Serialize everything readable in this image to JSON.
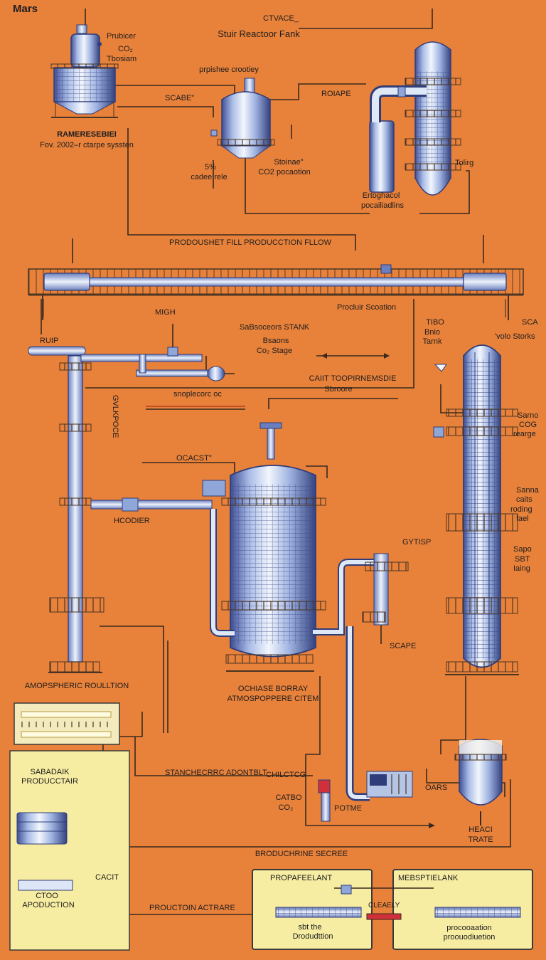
{
  "title": "Mars",
  "labels": {
    "cryace": "CTVACE_",
    "reactor_tank": "Stuir Reactoor Fank",
    "prubicer": "Prubicer",
    "coo": "CO₂",
    "tbosiam": "Tbosiam",
    "pishee_crootiey": "prpishee crootiey",
    "scabe": "SCABE\"",
    "roiape": "ROIAPE",
    "ramere_1": "RAMERESEBIEI",
    "ramere_2": "Fov. 2002–r ctarpe syssten",
    "stoire_1": "Stoinae\"",
    "stoire_2": "CO2 pocaotion",
    "pct_1": "5%",
    "pct_2": "cadee rele",
    "tolirg": "Tolirg",
    "ertogracol_1": "Ertoghacol",
    "ertogracol_2": "pocailiadlins",
    "production_flow": "PRODOUSHET FILL PRODUCCTION FLLOW",
    "prouuir_scation": "Procluir Scoation",
    "migh": "MIGH",
    "sabesceors_stank": "SaBsoceors STANK",
    "sabesceors_2": "Bsaons",
    "sabesceors_3": "Co₂ Stage",
    "ruip": "RUIP",
    "tbbo_1": "TIBO",
    "tbbo_2": "Bnio",
    "tbbo_3": "Tarnk",
    "sca_1": "SCA",
    "sca_2": "'volo Storks",
    "snoplecor": "snoplecorc oc",
    "cait_tooprinenesate": "CAIIT TOOPIRNEMSDIE",
    "sbroore": "Sbroore",
    "gvlkpoce": "GVLKPOCE",
    "sarno_1": "Sarno",
    "sarno_2": "COG",
    "sarno_3": "rearge",
    "oscacst": "OCACST\"",
    "hcodier": "HCODIER",
    "sanna_1": "Sanna",
    "sanna_2": "caits",
    "sanna_3": "roding",
    "sanna_4": "fael",
    "gytisp": "GYTISP",
    "sapo_1": "Sapo",
    "sapo_2": "SBT",
    "sapo_3": "Iaing",
    "scape": "SCAPE",
    "amospheric": "AMOPSPHERIC ROULLTION",
    "ochiase_1": "OCHIASE BORRAY",
    "ochiase_2": "ATMOSPOPPERE CITEM",
    "sabadak_1": "SABADAIK",
    "sabadak_2": "PRODUCCTAIR",
    "stanchcrrc": "STANCHECRRC ADONTBLT",
    "chilctcg": "CHILCTCG",
    "catbo_1": "CATBO",
    "catbo_2": "CO₂",
    "potme": "POTME",
    "oars": "OARS",
    "heaci_1": "HEACI",
    "heaci_2": "TRATE",
    "brodchrine": "BRODUCHRINE SECREE",
    "cactt": "CACIT",
    "ctoo_1": "CTOO",
    "ctoo_2": "APODUCTION",
    "prouctoin_actrare": "PROUCTOIN ACTRARE",
    "propaferelant": "PROPAFEELANT",
    "mebsfeliank": "MEBSPTIELANK",
    "clearly": "CLEAELY",
    "sbt_the_1": "sbt the",
    "sbt_the_2": "Drodudttion",
    "procoration_1": "procooaation",
    "procoration_2": "proouodiuetion"
  },
  "colors": {
    "background": "#e8813a",
    "steel_light": "#dfe8f6",
    "steel_mid": "#8fa7d8",
    "steel_dark": "#2f3d7a",
    "pipe": "#c9d6ec",
    "line": "#3a2a1e",
    "panel": "#f6eca2",
    "red_valve": "#d0303a"
  }
}
